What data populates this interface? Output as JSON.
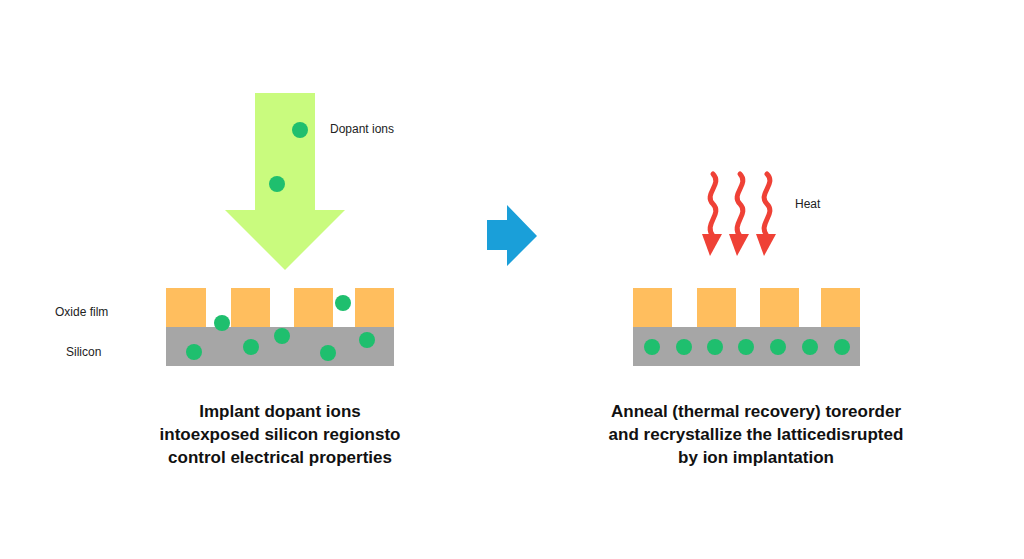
{
  "diagram": {
    "labels": [
      "Dopant ions",
      "Oxide film",
      "Silicon",
      "Implant dopant ions intoexposed silicon regionsto control electrical properties",
      "Heat",
      "Anneal (thermal recovery) toreorder and recrystallize the latticedisrupted by ion implantation"
    ]
  }
}
